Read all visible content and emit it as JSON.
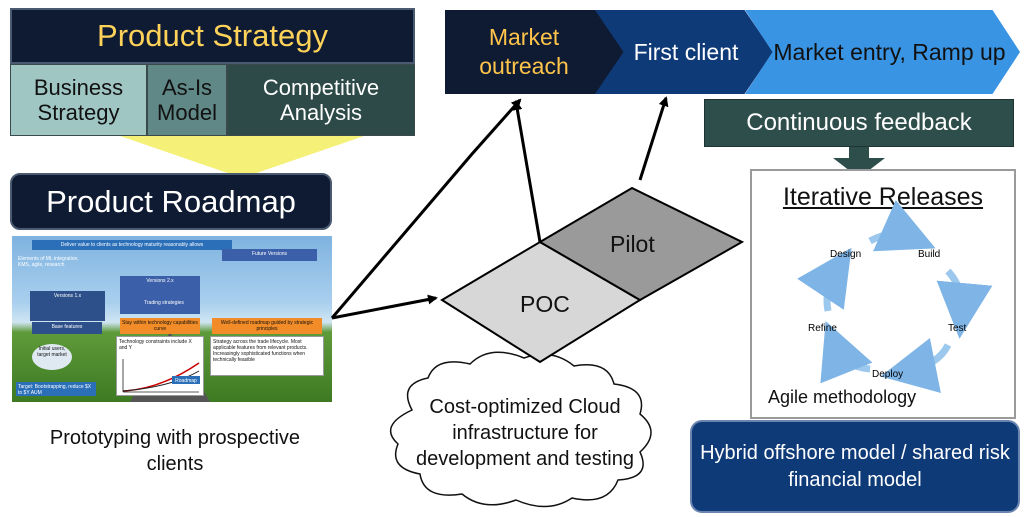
{
  "strategy": {
    "title": "Product Strategy",
    "business": "Business Strategy",
    "as_is": "As-Is Model",
    "competitive": "Competitive Analysis"
  },
  "roadmap": {
    "title": "Product Roadmap",
    "image_text": {
      "banner": "Deliver value to clients as technology maturity reasonably allows",
      "elements": "Elements of ML integration, KMS, agile, research",
      "future": "Future Versions",
      "v2": "Versions 2.x",
      "v1": "Versions 1.x",
      "trading": "Trading strategies",
      "base": "Base features",
      "stay_within": "Stay within technology capabilities curve",
      "well_defined": "Well-defined roadmap guided by strategic principles",
      "constraints": "Technology constraints include X and Y",
      "bullets": "Strategy across the trade lifecycle. Most applicable features from relevant products. Increasingly sophisticated functions when technically feasible",
      "initial": "Initial users, target market",
      "target": "Target: Bootstrapping, reduce $X to $Y AUM",
      "roadmap_tag": "Roadmap"
    }
  },
  "prototype_text": "Prototyping with prospective clients",
  "chevrons": {
    "market_outreach": "Market outreach",
    "first_client": "First client",
    "market_entry": "Market entry, Ramp up"
  },
  "feedback": "Continuous feedback",
  "iterative": {
    "title": "Iterative Releases",
    "cycle": [
      "Design",
      "Build",
      "Test",
      "Deploy",
      "Refine"
    ],
    "agile": "Agile methodology"
  },
  "diamonds": {
    "poc": "POC",
    "pilot": "Pilot"
  },
  "cloud_text": "Cost-optimized Cloud infrastructure for development and testing",
  "hybrid": "Hybrid offshore model / shared risk financial model",
  "colors": {
    "navy": "#0e1b33",
    "gold": "#ffc44a",
    "blue": "#0f3a78",
    "sky": "#3a94e4",
    "teal_dark": "#2e4e4c",
    "teal_light": "#9fc6c3",
    "arrow_light": "#7fb5e6"
  }
}
